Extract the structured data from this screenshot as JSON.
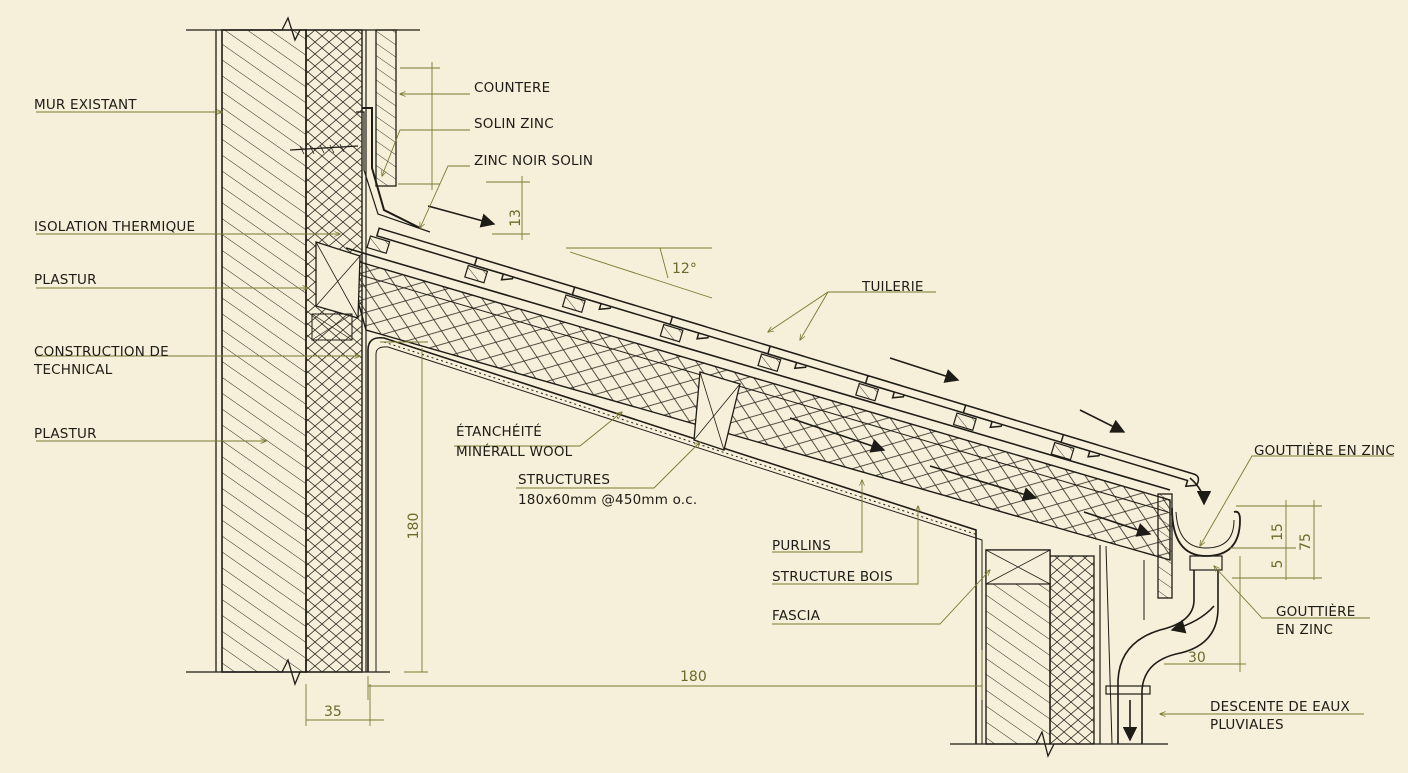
{
  "labels": {
    "mur_existant": "MUR EXISTANT",
    "isolation_thermique": "ISOLATION THERMIQUE",
    "plastur_1": "PLASTUR",
    "construction_line1": "CONSTRUCTION DE",
    "construction_line2": "TECHNICAL",
    "plastur_2": "PLASTUR",
    "countere": "COUNTERE",
    "solin_zinc": "SOLIN ZINC",
    "zinc_noir_solin": "ZINC NOIR SOLIN",
    "tuilerie": "TUILERIE",
    "etancheite_line1": "ÉTANCHÉITÉ",
    "etancheite_line2": "MINÉRALL WOOL",
    "structures_line1": "STRUCTURES",
    "structures_line2": "180x60mm @450mm o.c.",
    "purlins": "PURLINS",
    "structure_bois": "STRUCTURE BOIS",
    "fascia": "FASCIA",
    "gouttiere_1": "GOUTTIÈRE EN ZINC",
    "gouttiere_2_line1": "GOUTTIÈRE",
    "gouttiere_2_line2": "EN ZINC",
    "descente_line1": "DESCENTE DE EAUX",
    "descente_line2": "PLUVIALES"
  },
  "dimensions": {
    "d13": "13",
    "angle": "12°",
    "d180_vertical": "180",
    "d180_horizontal": "180",
    "d35": "35",
    "d15": "15",
    "d75": "75",
    "d5": "5",
    "d30": "30"
  },
  "colors": {
    "paper": "#f6efd9",
    "ink": "#1e1c17",
    "leader": "#7b7a32"
  }
}
